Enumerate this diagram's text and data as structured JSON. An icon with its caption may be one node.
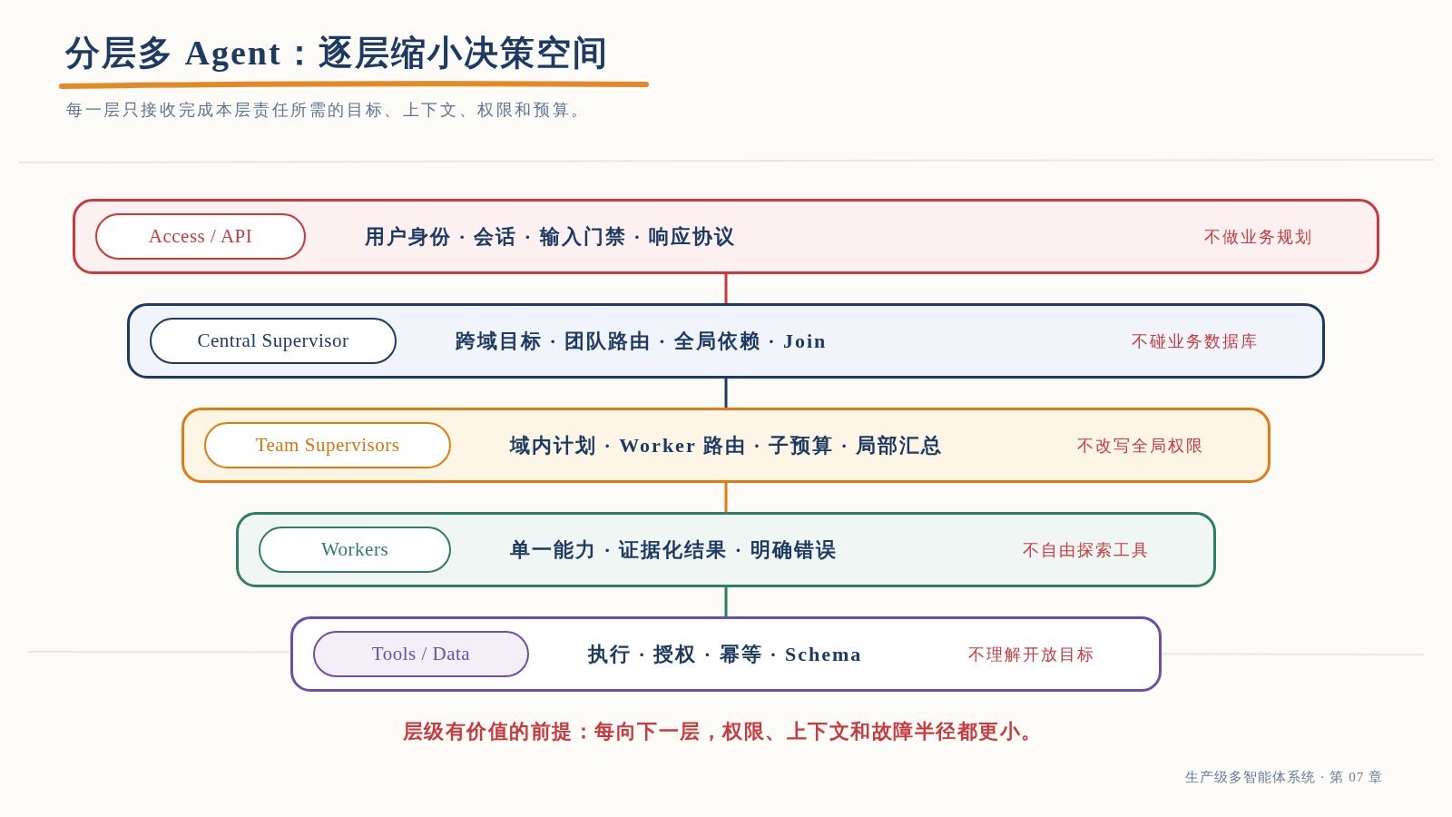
{
  "diagram": {
    "title": "分层多 Agent：逐层缩小决策空间",
    "caption": "层级有价值的前提：每向下一层，权限、上下文和故障半径都更小。",
    "nodes": [
      {
        "text": [
          "用户身份 · 会话 · 输入门禁 · 响应协议",
          "不做业务规划"
        ]
      },
      {
        "text": [
          "Access / API"
        ],
        "in": 0
      },
      {
        "text": [
          "跨域目标 · 团队路由 · 全局依赖 · Join",
          "不碰业务数据库"
        ]
      },
      {
        "text": [
          "Central Supervisor"
        ],
        "in": 2
      },
      {
        "text": [
          "域内计划 · Worker 路由 · 子预算 · 局部汇总",
          "不改写全局权限"
        ]
      },
      {
        "text": [
          "Team Supervisors"
        ],
        "in": 4
      },
      {
        "text": [
          "单一能力 · 证据化结果 · 明确错误",
          "不自由探索工具"
        ]
      },
      {
        "text": [
          "Workers"
        ],
        "in": 6
      },
      {
        "text": [
          "执行 · 授权 · 幂等 · Schema",
          "不理解开放目标"
        ]
      },
      {
        "text": [
          "Tools / Data"
        ],
        "in": 8
      }
    ],
    "edges": [
      {
        "from": 0,
        "to": 2,
        "arrow": "none",
        "color": "#c9393d"
      },
      {
        "from": 2,
        "to": 4,
        "arrow": "none",
        "color": "#1d3a63"
      },
      {
        "from": 4,
        "to": 6,
        "arrow": "none",
        "color": "#e07b12"
      },
      {
        "from": 6,
        "to": 8,
        "arrow": "none",
        "color": "#2e7d66"
      }
    ],
    "labels": [
      "每一层只接收完成本层责任所需的目标、上下文、权限和预算。",
      "生产级多智能体系统 · 第 07 章"
    ]
  }
}
